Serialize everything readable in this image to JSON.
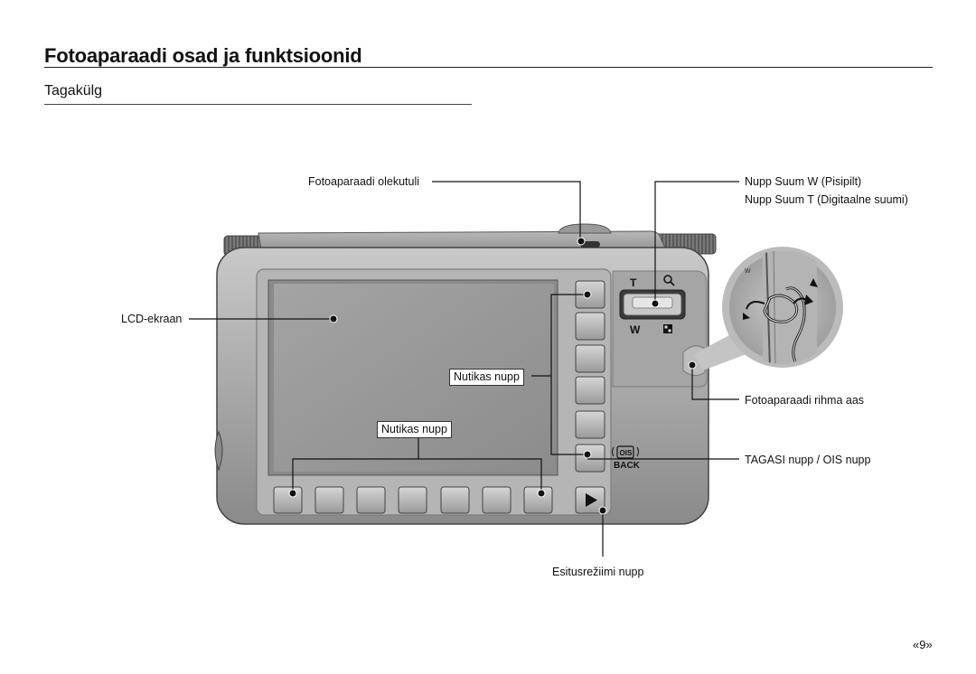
{
  "header": {
    "title": "Fotoaparaadi osad ja funktsioonid",
    "subtitle": "Tagakülg"
  },
  "labels": {
    "status_lamp": "Fotoaparaadi olekutuli",
    "zoom_w": "Nupp Suum W (Pisipilt)",
    "zoom_t": "Nupp Suum T (Digitaalne suumi)",
    "lcd": "LCD-ekraan",
    "smart_button_1": "Nutikas nupp",
    "smart_button_2": "Nutikas nupp",
    "strap_eyelet": "Fotoaparaadi rihma aas",
    "back_ois": "TAGASI nupp / OIS nupp",
    "playback": "Esitusrežiimi nupp"
  },
  "camera_markings": {
    "zoom_t": "T",
    "zoom_w": "W",
    "back": "BACK",
    "ois": "OIS",
    "detail_w": "W"
  },
  "icons": [
    "magnifier-icon",
    "thumbnail-grid-icon",
    "play-icon",
    "ois-hand-icon"
  ],
  "footer": {
    "page_number": "«9»"
  }
}
